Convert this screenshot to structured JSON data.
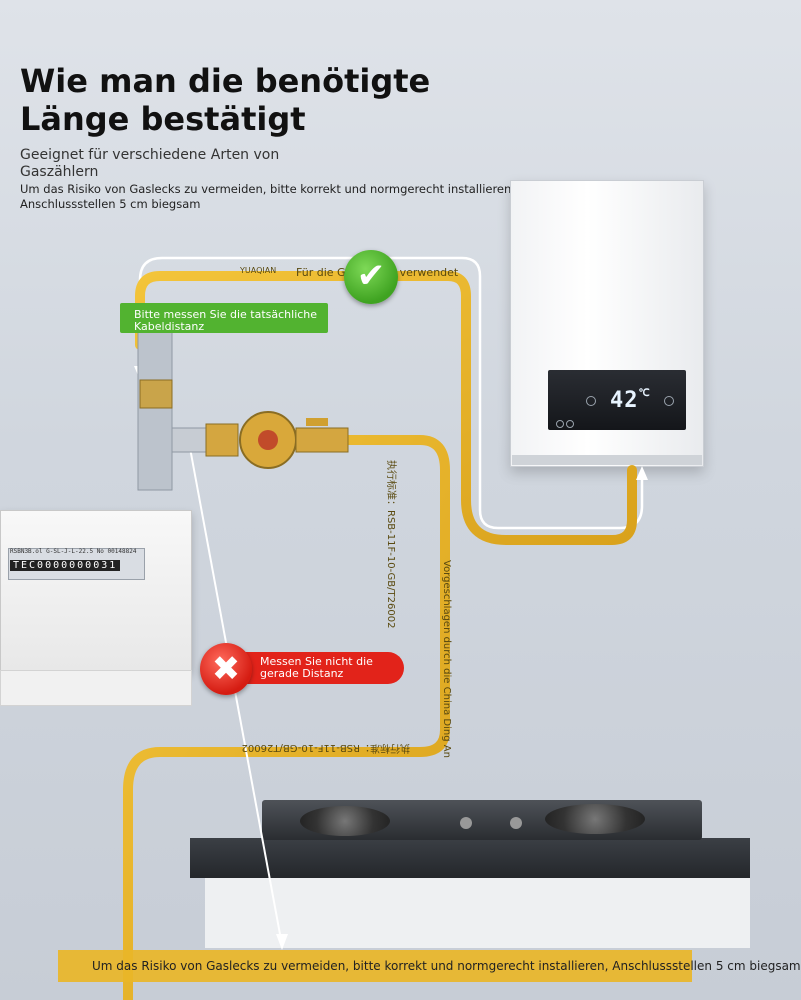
{
  "heading": {
    "title": "Wie man die benötigte Länge bestätigt",
    "subtitle": "Geeignet für verschiedene Arten von Gaszählern",
    "note": "Um das Risiko von Gaslecks zu vermeiden, bitte korrekt und normgerecht installieren, Anschlussstellen 5 cm biegsam"
  },
  "callouts": {
    "correct_label": "Bitte messen Sie die tatsächliche Kabeldistanz",
    "wrong_label": "Messen Sie nicht die gerade Distanz"
  },
  "pipe_labels": {
    "usage": "Für die Gasleitung verwendet",
    "standard_vertical": "执行标准：RSB-11F-10-GB/T26002",
    "standard_horizontal": "执行标准：RSB-11F-10-GB/T26002",
    "china_label": "Vorgeschlagen durch die China Ding An",
    "brand_small": "YUAQIAN"
  },
  "heater": {
    "display_value": "42",
    "display_unit": "℃"
  },
  "meter": {
    "code": "RSBN3B.ol   G-SL-J-L-22.5   No 00148824",
    "digits": "TEC0000000031"
  },
  "footer": {
    "note": "Um das Risiko von Gaslecks zu vermeiden, bitte korrekt und normgerecht installieren, Anschlussstellen 5 cm biegsam"
  },
  "colors": {
    "hose": "#e9b628",
    "ok": "#52b330",
    "bad": "#e2231a"
  },
  "icons": {
    "ok": "check-icon",
    "bad": "cross-icon"
  }
}
